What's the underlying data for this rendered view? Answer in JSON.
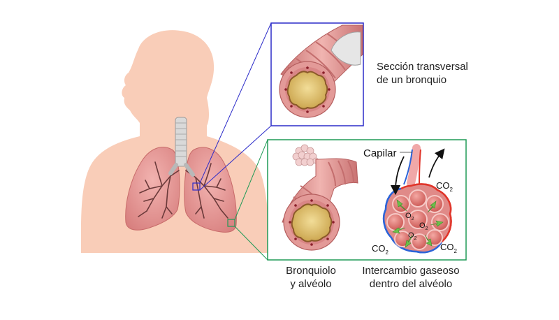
{
  "labels": {
    "cross_section": [
      "Sección transversal",
      "de un bronquio"
    ],
    "bronchiole": [
      "Bronquiolo",
      "y alvéolo"
    ],
    "gas_exchange": [
      "Intercambio gaseoso",
      "dentro del alvéolo"
    ],
    "capillary": "Capilar",
    "co2": "CO",
    "co2_sub": "2",
    "o2": "O",
    "o2_sub": "2"
  },
  "colors": {
    "skin": "#f9cdb8",
    "lung": "#e79a9a",
    "trachea": "#d9d9d9",
    "airway_wall": "#d98989",
    "airway_lumen": "#d9b860",
    "zoom_blue": "#2b2bc9",
    "zoom_green": "#1f9a56",
    "vein_blue": "#2c64d8",
    "artery_red": "#e0352a",
    "arrow_green": "#6cc04a"
  }
}
